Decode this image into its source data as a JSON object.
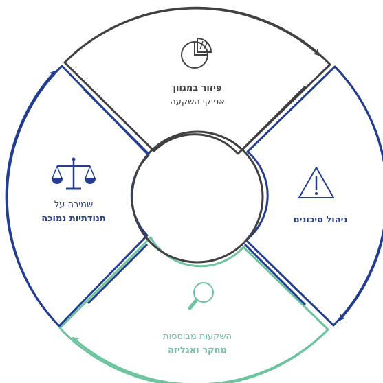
{
  "colors": {
    "dark": "#414143",
    "blue": "#233e91",
    "green": "#6cc49f"
  },
  "segments": {
    "top": {
      "icon": "pie-chart-icon",
      "line1": "פיזור במגוון",
      "line2": "אפיקי השקעה"
    },
    "right": {
      "icon": "warning-triangle-icon",
      "line1": "ניהול סיכונים"
    },
    "bottom": {
      "icon": "magnifier-icon",
      "line1": "השקעות מבוססות",
      "line2": "מחקר ואנליזה"
    },
    "left": {
      "icon": "scales-icon",
      "line1": "שמירה על",
      "line2": "תנודתיות נמוכה"
    }
  }
}
